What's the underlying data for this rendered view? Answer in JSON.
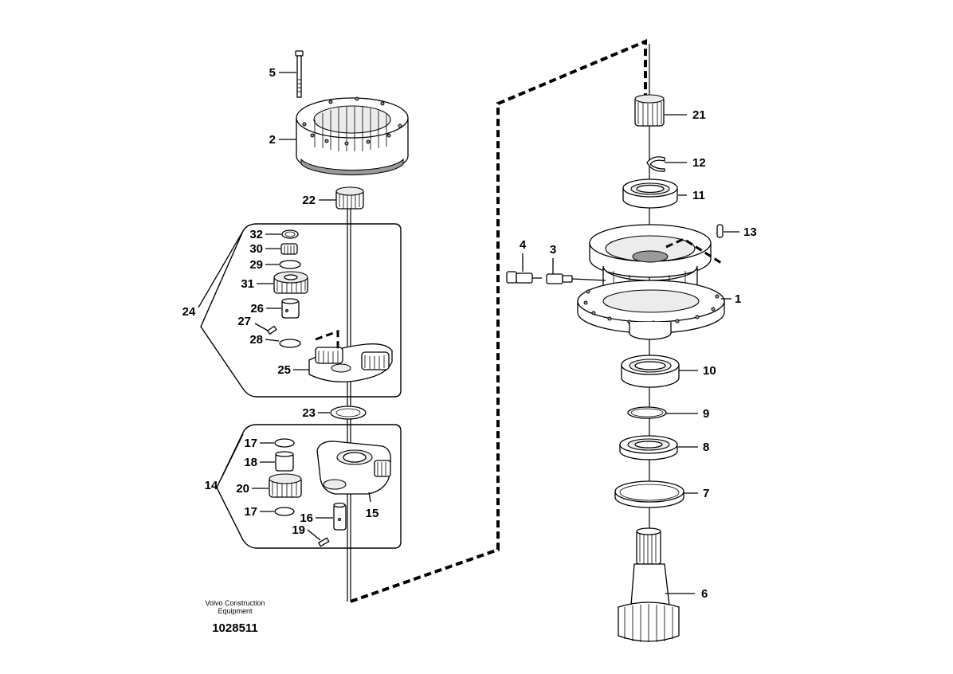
{
  "callouts": {
    "c1": "1",
    "c2": "2",
    "c3": "3",
    "c4": "4",
    "c5": "5",
    "c6": "6",
    "c7": "7",
    "c8": "8",
    "c9": "9",
    "c10": "10",
    "c11": "11",
    "c12": "12",
    "c13": "13",
    "c14": "14",
    "c15": "15",
    "c16": "16",
    "c17a": "17",
    "c17b": "17",
    "c18": "18",
    "c19": "19",
    "c20": "20",
    "c21": "21",
    "c22": "22",
    "c23": "23",
    "c24": "24",
    "c25": "25",
    "c26": "26",
    "c27": "27",
    "c28": "28",
    "c29": "29",
    "c30": "30",
    "c31": "31",
    "c32": "32"
  },
  "footer": {
    "maker_line1": "Volvo Construction",
    "maker_line2": "Equipment",
    "drawing_number": "1028511"
  }
}
